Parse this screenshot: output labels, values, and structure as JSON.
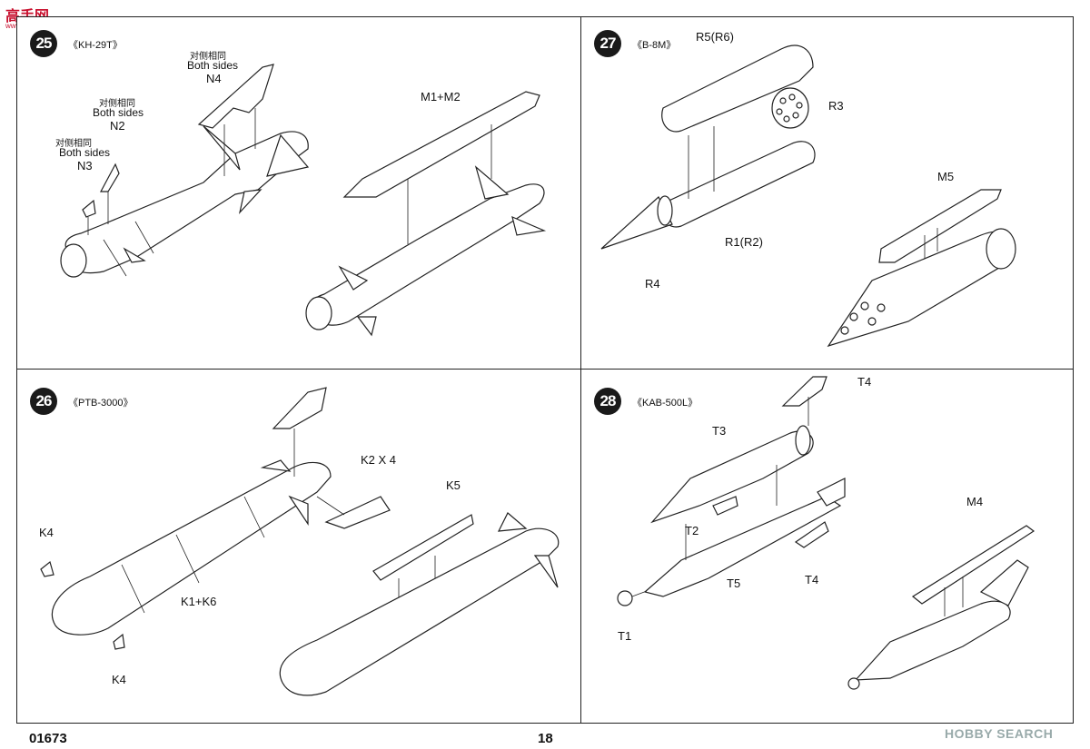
{
  "watermark_logo": {
    "text": "高手网",
    "sub": "www.gaoshou.net"
  },
  "steps": [
    {
      "number": "25",
      "kit_name": "《KH-29T》",
      "labels": {
        "n4_cn": "对侧相同",
        "n4_en": "Both sides",
        "n4": "N4",
        "n2_cn": "对侧相同",
        "n2_en": "Both sides",
        "n2": "N2",
        "n3_cn": "对侧相同",
        "n3_en": "Both sides",
        "n3": "N3",
        "m": "M1+M2"
      }
    },
    {
      "number": "27",
      "kit_name": "《B-8M》",
      "labels": {
        "r5": "R5(R6)",
        "r3": "R3",
        "r1": "R1(R2)",
        "r4": "R4",
        "m5": "M5"
      }
    },
    {
      "number": "26",
      "kit_name": "《PTB-3000》",
      "labels": {
        "k2": "K2 X 4",
        "k4a": "K4",
        "k1": "K1+K6",
        "k5": "K5",
        "k4b": "K4"
      }
    },
    {
      "number": "28",
      "kit_name": "《KAB-500L》",
      "labels": {
        "t4a": "T4",
        "t3": "T3",
        "t2": "T2",
        "t5": "T5",
        "t4b": "T4",
        "t1": "T1",
        "m4": "M4"
      }
    }
  ],
  "footer": {
    "catalog": "01673",
    "page": "18"
  },
  "source_watermark": "HOBBY SEARCH"
}
